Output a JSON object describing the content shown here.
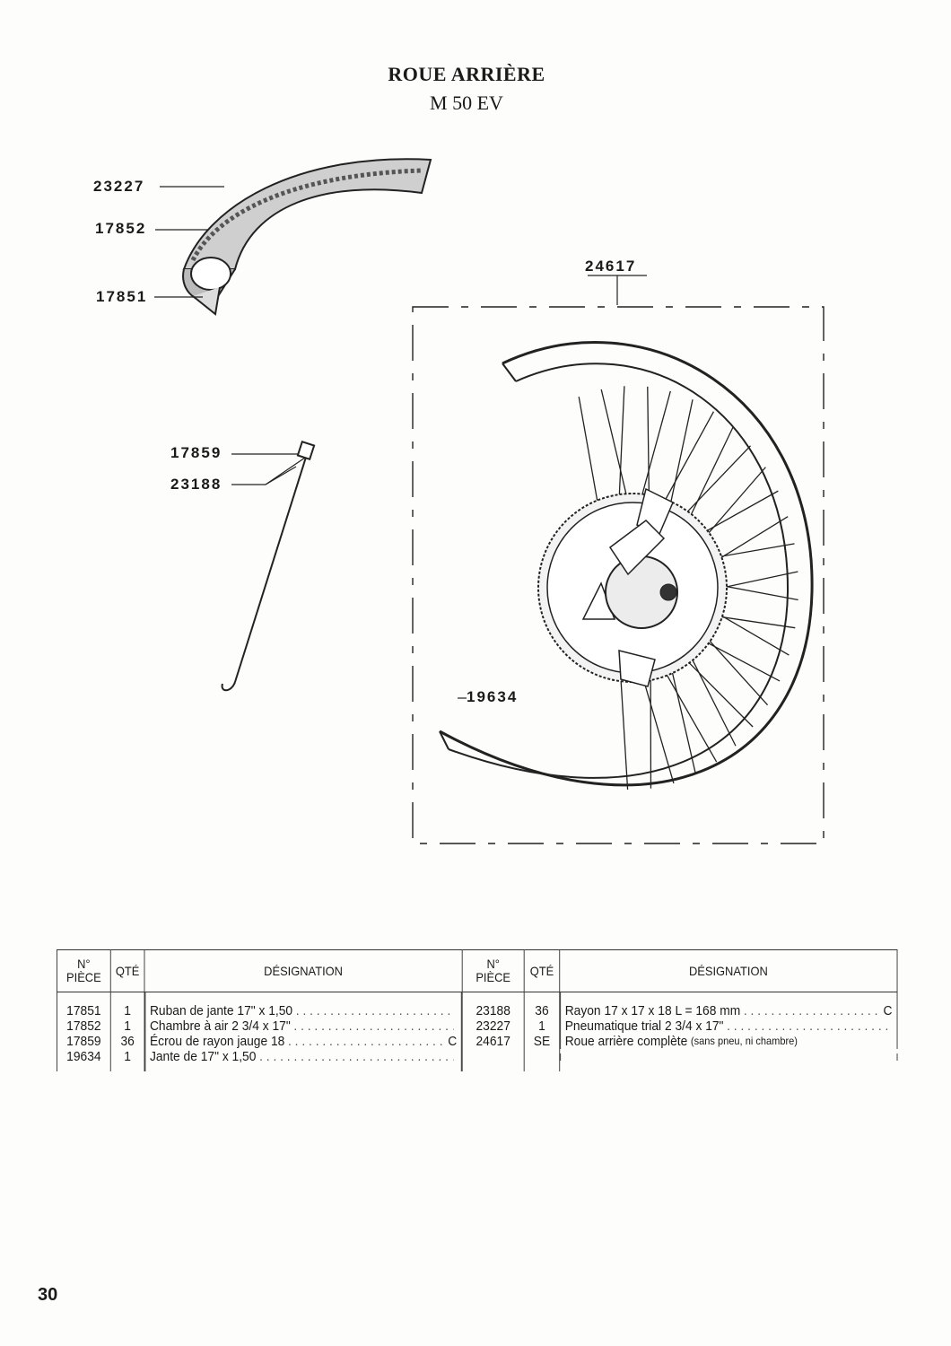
{
  "title": "ROUE ARRIÈRE",
  "subtitle": "M 50 EV",
  "callouts": {
    "tire": "23227",
    "tube": "17852",
    "rim_tape": "17851",
    "wheel": "24617",
    "nipple": "17859",
    "spoke": "23188",
    "rim": "19634"
  },
  "table": {
    "headers": {
      "no": "N°",
      "piece": "PIÈCE",
      "qte": "QTÉ",
      "designation": "DÉSIGNATION"
    },
    "left": [
      {
        "no": "17851",
        "qte": "1",
        "designation": "Ruban de jante 17\" x 1,50",
        "code": ""
      },
      {
        "no": "17852",
        "qte": "1",
        "designation": "Chambre à air 2 3/4 x 17\"",
        "code": ""
      },
      {
        "no": "17859",
        "qte": "36",
        "designation": "Écrou de rayon jauge 18",
        "code": "C"
      },
      {
        "no": "19634",
        "qte": "1",
        "designation": "Jante de 17\" x 1,50",
        "code": ""
      }
    ],
    "right": [
      {
        "no": "23188",
        "qte": "36",
        "designation": "Rayon 17 x 17 x 18 L = 168 mm",
        "code": "C"
      },
      {
        "no": "23227",
        "qte": "1",
        "designation": "Pneumatique trial 2 3/4 x 17\"",
        "code": ""
      },
      {
        "no": "24617",
        "qte": "SE",
        "designation": "Roue arrière complète",
        "note": "(sans pneu, ni chambre)",
        "code": ""
      }
    ]
  },
  "page_number": "30"
}
